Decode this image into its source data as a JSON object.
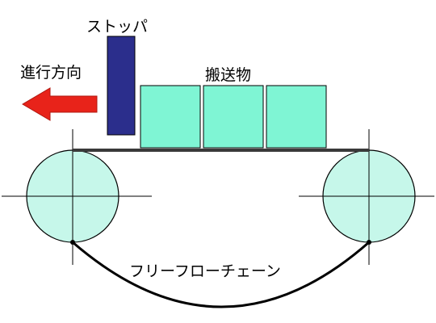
{
  "labels": {
    "stopper": "ストッパ",
    "direction": "進行方向",
    "conveyed": "搬送物",
    "chain": "フリーフローチェーン"
  },
  "colors": {
    "stopper_fill": "#2b2e8c",
    "object_fill": "#7ff5d4",
    "sprocket_fill": "#c6f7ea",
    "arrow_fill": "#e8231a",
    "belt": "#3a3a3a",
    "line": "#000000"
  },
  "icons": {
    "arrow": "left-arrow"
  }
}
